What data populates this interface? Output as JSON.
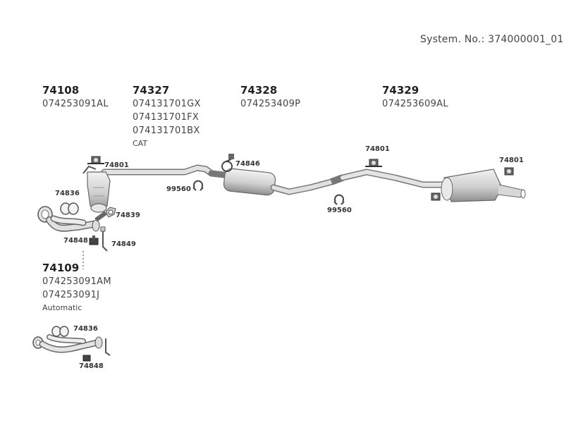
{
  "system_number": "System. No.: 374000001_01",
  "groups": [
    {
      "part": "74108",
      "codes": [
        "074253091AL"
      ],
      "note": ""
    },
    {
      "part": "74327",
      "codes": [
        "074131701GX",
        "074131701FX",
        "074131701BX"
      ],
      "note": "CAT"
    },
    {
      "part": "74328",
      "codes": [
        "074253409P"
      ],
      "note": ""
    },
    {
      "part": "74329",
      "codes": [
        "074253609AL"
      ],
      "note": ""
    },
    {
      "part": "74109",
      "codes": [
        "074253091AM",
        "074253091J"
      ],
      "note": "Automatic"
    }
  ],
  "callouts": {
    "c74801_a": "74801",
    "c74846": "74846",
    "c99560_a": "99560",
    "c74801_b": "74801",
    "c99560_b": "99560",
    "c74801_c": "74801",
    "c74836_a": "74836",
    "c74839": "74839",
    "c74848_a": "74848",
    "c74849": "74849",
    "c74836_b": "74836",
    "c74848_b": "74848"
  }
}
